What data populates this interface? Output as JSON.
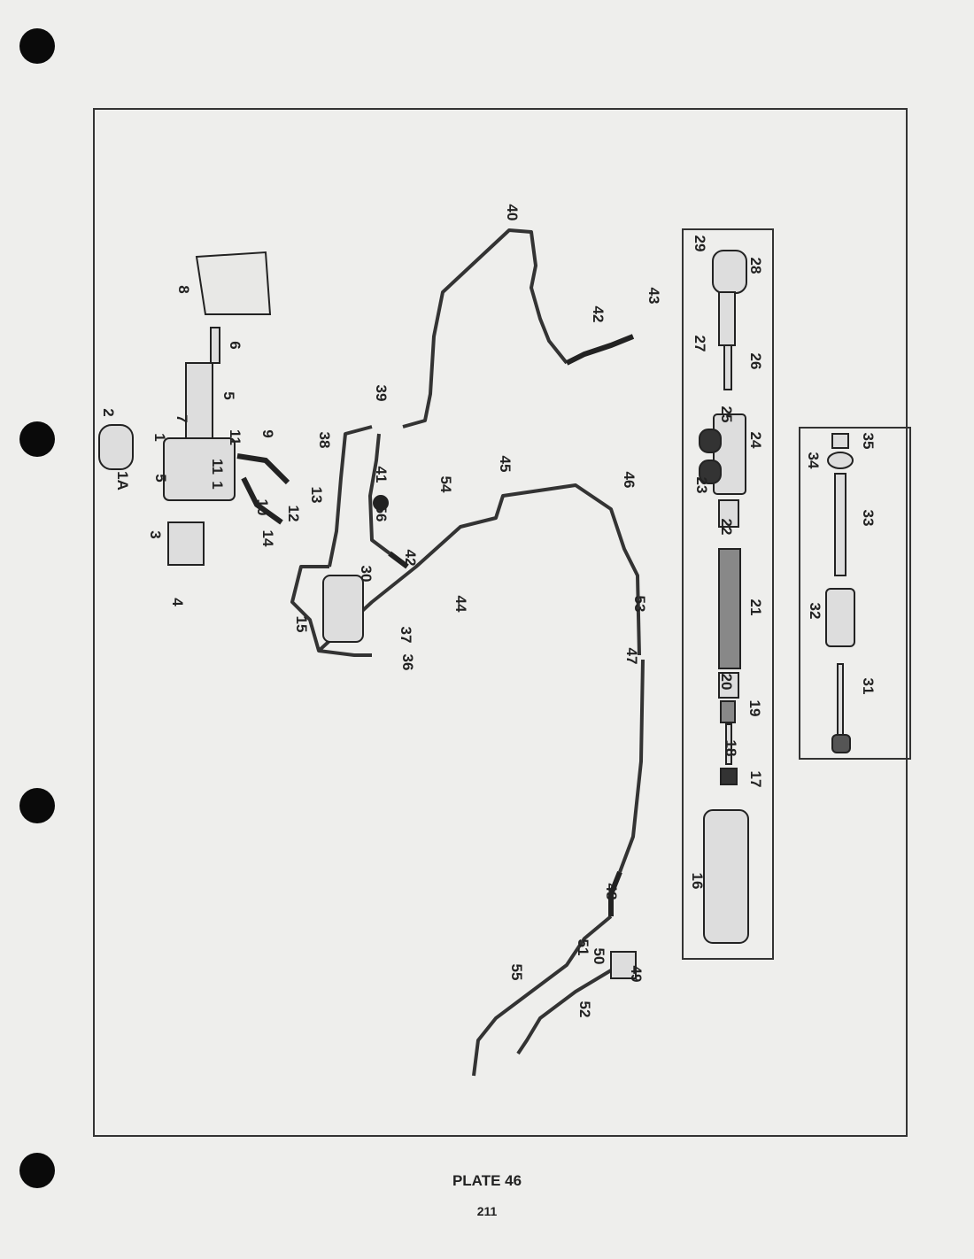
{
  "plate_title": "PLATE 46",
  "page_number": "211",
  "callouts": [
    "1A",
    "1",
    "1",
    "2",
    "3",
    "4",
    "5",
    "5",
    "6",
    "7",
    "8",
    "9",
    "10",
    "11",
    "11",
    "12",
    "13",
    "14",
    "15",
    "16",
    "17",
    "18",
    "19",
    "20",
    "21",
    "22",
    "23",
    "24",
    "25",
    "26",
    "27",
    "28",
    "29",
    "30",
    "31",
    "32",
    "33",
    "34",
    "35",
    "36",
    "37",
    "38",
    "39",
    "40",
    "41",
    "42",
    "42",
    "43",
    "44",
    "45",
    "46",
    "47",
    "48",
    "49",
    "50",
    "51",
    "52",
    "53",
    "54",
    "55",
    "56"
  ]
}
